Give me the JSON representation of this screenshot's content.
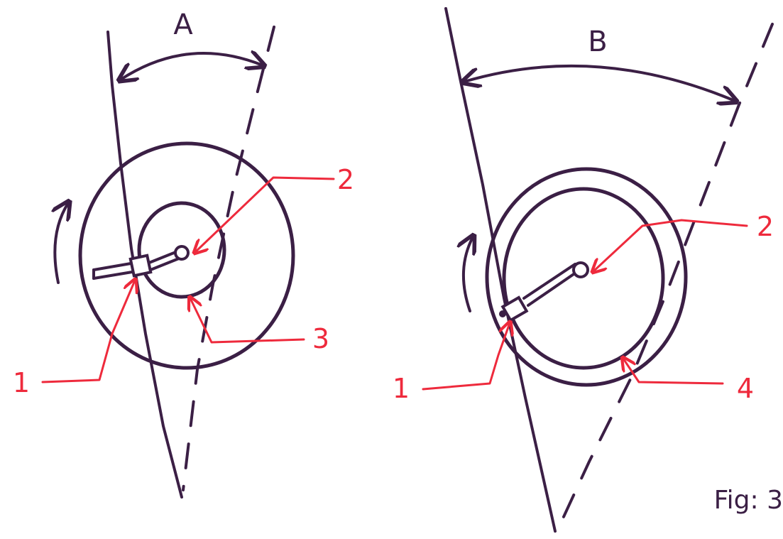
{
  "colors": {
    "ink": "#3b1f45",
    "annotation": "#ee2a3c",
    "paper": "#ffffff"
  },
  "panels": [
    {
      "id": "A",
      "title": "A",
      "labels": {
        "crank": "1",
        "pin": "2",
        "inner": "3"
      }
    },
    {
      "id": "B",
      "title": "B",
      "labels": {
        "crank": "1",
        "pin": "2",
        "inner": "4"
      }
    }
  ],
  "figure_caption": "Fig: 3"
}
